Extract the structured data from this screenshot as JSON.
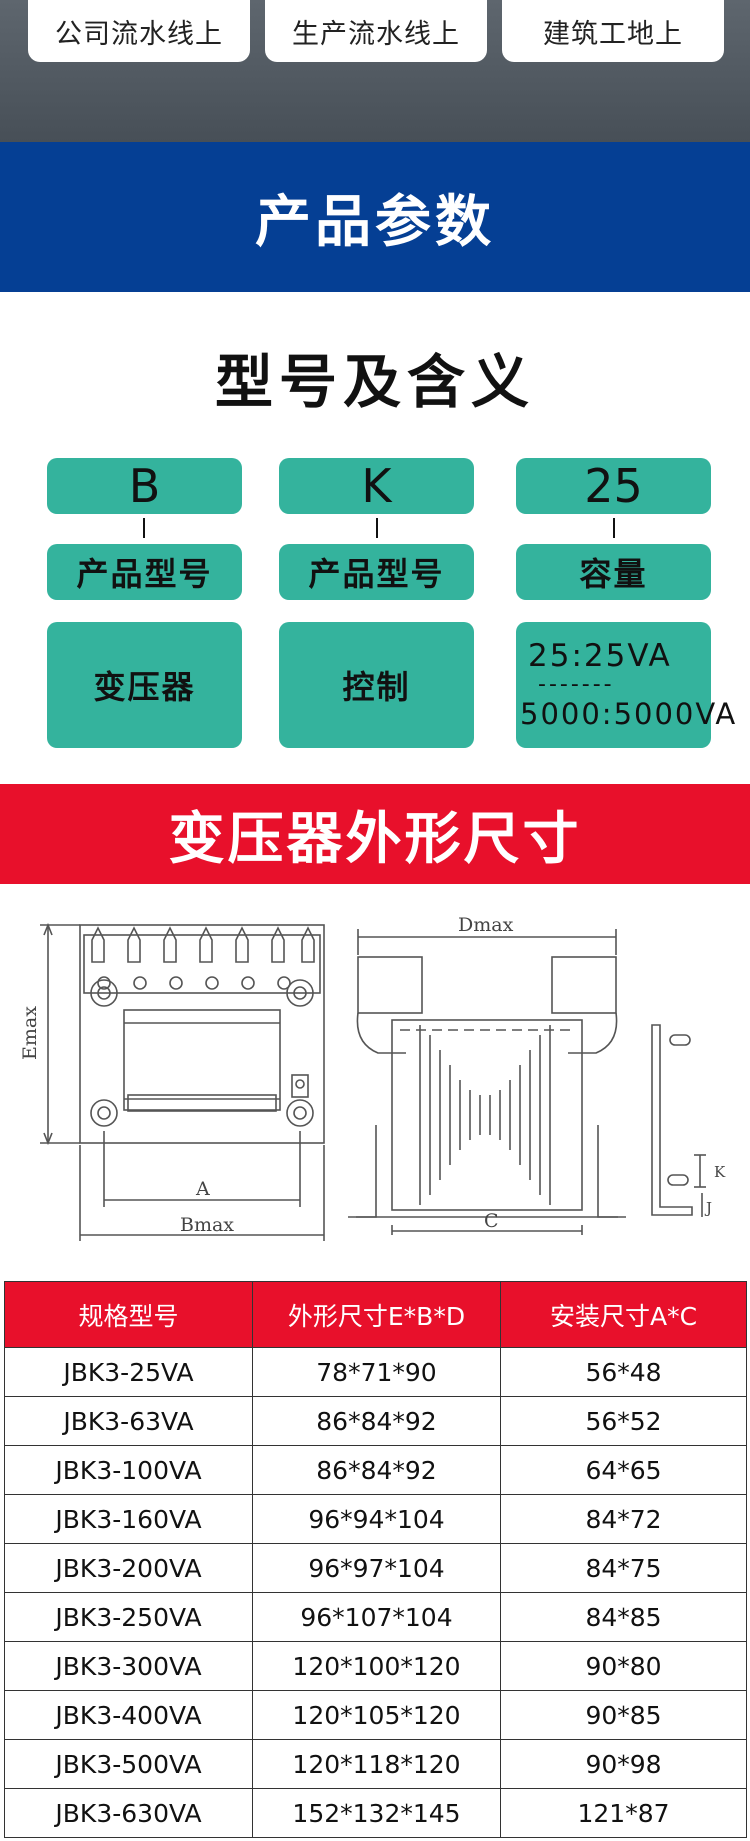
{
  "scenarios": [
    "公司流水线上",
    "生产流水线上",
    "建筑工地上"
  ],
  "params_heading": "产品参数",
  "model_title": "型号及含义",
  "model_codes": [
    "B",
    "K",
    "25"
  ],
  "model_labels": [
    "产品型号",
    "产品型号",
    "容量"
  ],
  "model_desc": [
    "变压器",
    "控制"
  ],
  "capacity_range": {
    "start": "25:25VA",
    "separator": "-------",
    "end": "5000:5000VA"
  },
  "dimension_heading": "变压器外形尺寸",
  "drawing_labels": {
    "emax": "Emax",
    "a": "A",
    "bmax": "Bmax",
    "dmax": "Dmax",
    "c": "C",
    "k": "K",
    "j": "J"
  },
  "table": {
    "headers": [
      "规格型号",
      "外形尺寸E*B*D",
      "安装尺寸A*C"
    ],
    "rows": [
      [
        "JBK3-25VA",
        "78*71*90",
        "56*48"
      ],
      [
        "JBK3-63VA",
        "86*84*92",
        "56*52"
      ],
      [
        "JBK3-100VA",
        "86*84*92",
        "64*65"
      ],
      [
        "JBK3-160VA",
        "96*94*104",
        "84*72"
      ],
      [
        "JBK3-200VA",
        "96*97*104",
        "84*75"
      ],
      [
        "JBK3-250VA",
        "96*107*104",
        "84*85"
      ],
      [
        "JBK3-300VA",
        "120*100*120",
        "90*80"
      ],
      [
        "JBK3-400VA",
        "120*105*120",
        "90*85"
      ],
      [
        "JBK3-500VA",
        "120*118*120",
        "90*98"
      ],
      [
        "JBK3-630VA",
        "152*132*145",
        "121*87"
      ]
    ]
  },
  "colors": {
    "blue_band": "#053f94",
    "red_band": "#e8102b",
    "teal_tile": "#34b39d"
  }
}
